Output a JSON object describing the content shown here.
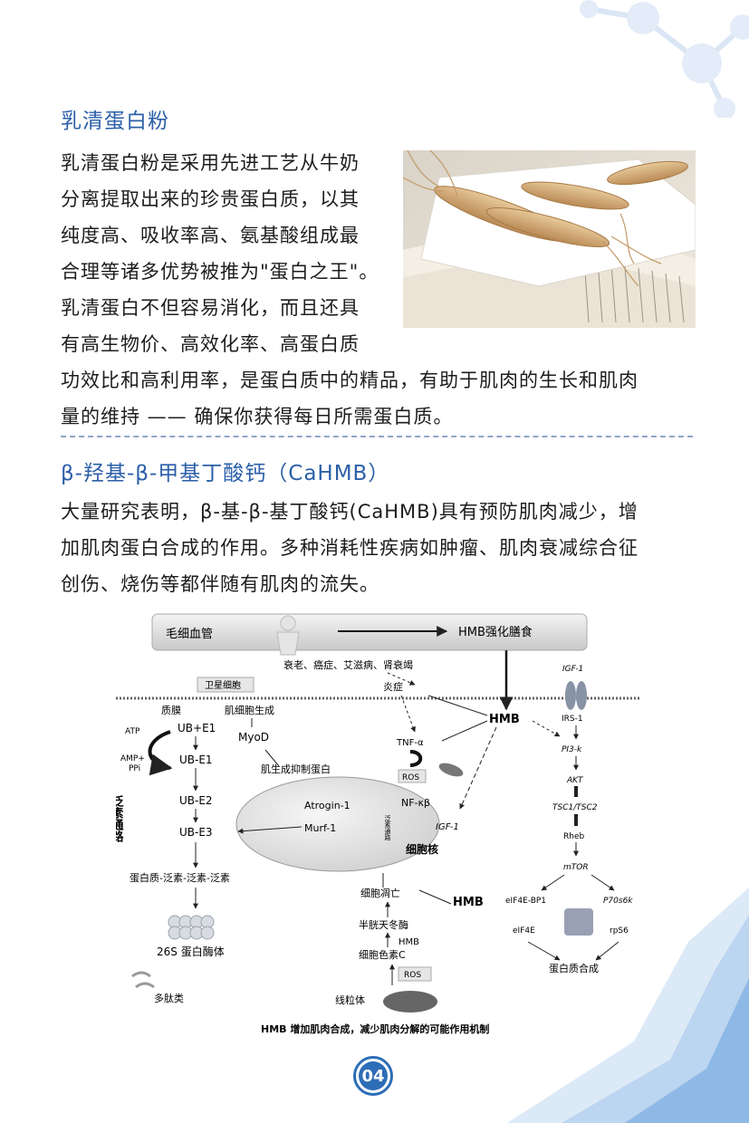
{
  "section1": {
    "title": "乳清蛋白粉",
    "lines": [
      "乳清蛋白粉是采用先进工艺从牛奶",
      "分离提取出来的珍贵蛋白质，以其",
      "纯度高、吸收率高、氨基酸组成最",
      "合理等诸多优势被推为\"蛋白之王\"。",
      "乳清蛋白不但容易消化，而且还具",
      "有高生物价、高效化率、高蛋白质",
      "功效比和高利用率，是蛋白质中的精品，有助于肌肉的生长和肌肉",
      "量的维持 —— 确保你获得每日所需蛋白质。"
    ]
  },
  "section2": {
    "title": "β-羟基-β-甲基丁酸钙（CaHMB）",
    "lines": [
      "大量研究表明，β-基-β-基丁酸钙(CaHMB)具有预防肌肉减少，增",
      "加肌肉蛋白合成的作用。多种消耗性疾病如肿瘤、肌肉衰减综合征",
      "创伤、烧伤等都伴随有肌肉的流失。"
    ]
  },
  "diagram": {
    "capillary": "毛细血管",
    "hmb_diet": "HMB强化膳食",
    "diseases": "衰老、癌症、艾滋病、肾衰竭",
    "inflammation": "炎症",
    "satellite_cell": "卫星细胞",
    "membrane": "质膜",
    "muscle_gen": "肌细胞生成",
    "myod": "MyoD",
    "myostatin": "肌生成抑制蛋白",
    "atp": "ATP",
    "amp": "AMP+",
    "ppi": "PPi",
    "ub_e1a": "UB+E1",
    "ub_e1b": "UB-E1",
    "ub_e2": "UB-E2",
    "ub_e3": "UB-E3",
    "ubiquitin_path": "泛素通路",
    "protein_ub": "蛋白质-泛素-泛素-泛素",
    "proteasome": "26S 蛋白酶体",
    "polypeptide": "多肽类",
    "hmb1": "HMB",
    "tnf": "TNF-α",
    "ros1": "ROS",
    "atrogin": "Atrogin-1",
    "murf": "Murf-1",
    "nfkb": "NF-κβ",
    "ubiquitin_path2": "泛素通路",
    "igf1_in": "IGF-1",
    "nucleus": "细胞核",
    "apoptosis": "细胞凋亡",
    "hmb2": "HMB",
    "caspase": "半胱天冬酶",
    "hmb3": "HMB",
    "cytc": "细胞色素C",
    "ros2": "ROS",
    "mito": "线粒体",
    "igf1": "IGF-1",
    "irs1": "IRS-1",
    "pi3k": "PI3-k",
    "akt": "AKT",
    "tsc": "TSC1/TSC2",
    "rheb": "Rheb",
    "mtor": "mTOR",
    "eif4ebp1": "eIF4E-BP1",
    "p70": "P70s6k",
    "eif4e": "eIF4E",
    "rps6": "rpS6",
    "synth": "蛋白质合成",
    "caption": "HMB 增加肌肉合成，减少肌肉分解的可能作用机制"
  },
  "page_number": "04"
}
